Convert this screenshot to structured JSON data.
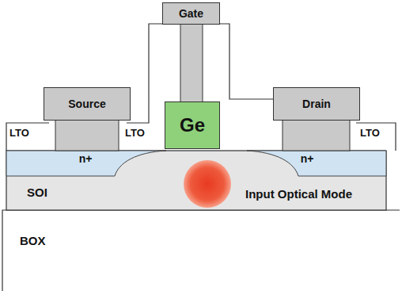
{
  "diagram": {
    "nodes": [
      {
        "text": [
          "Gate"
        ]
      },
      {
        "text": [
          "Source"
        ]
      },
      {
        "text": [
          "Ge"
        ]
      },
      {
        "text": [
          "Drain"
        ]
      },
      {
        "text": [
          "SOI",
          "Input Optical Mode"
        ]
      },
      {
        "text": [
          "n+"
        ],
        "in": 4
      },
      {
        "text": [
          "n+"
        ],
        "in": 4
      },
      {
        "text": [
          "BOX"
        ]
      }
    ],
    "labels": [
      "LTO",
      "LTO",
      "LTO"
    ]
  }
}
